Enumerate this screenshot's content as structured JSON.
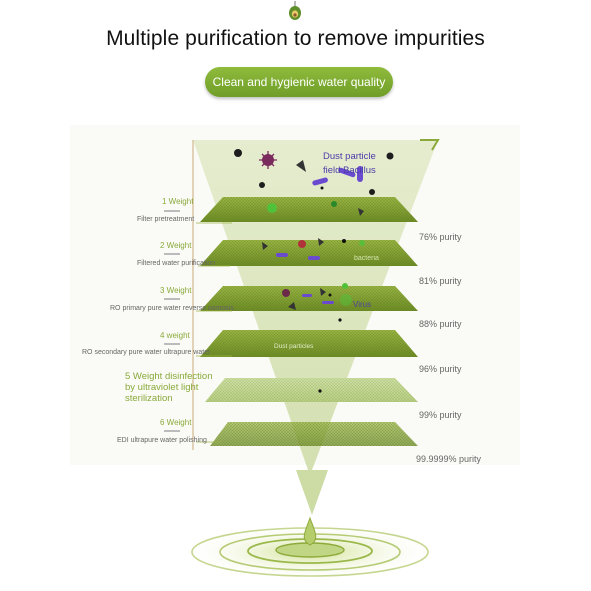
{
  "title": "Multiple purification to remove impurities",
  "badge": "Clean and hygienic water quality",
  "overlay": {
    "dust_particle": "Dust particle",
    "field_bacillus": "field Bacillus",
    "bacteria": "bacteria",
    "virus": "Virus",
    "dust_particles": "Dust particles"
  },
  "stages": [
    {
      "step": "1 Weight",
      "desc": "Filter pretreatment"
    },
    {
      "step": "2 Weight",
      "desc": "Filtered water purification"
    },
    {
      "step": "3 Weight",
      "desc": "RO primary pure water reverse osmosis"
    },
    {
      "step": "4 weight",
      "desc": "RO secondary pure water ultrapure water"
    },
    {
      "step": "5 Weight disinfection",
      "desc": "by ultraviolet light sterilization"
    },
    {
      "step": "6 Weight",
      "desc": "EDI ultrapure water polishing"
    }
  ],
  "purities": [
    "76% purity",
    "81% purity",
    "88% purity",
    "96% purity",
    "99% purity",
    "99.9999% purity"
  ],
  "colors": {
    "accent": "#8aa93a",
    "filter": "#7f9c2c",
    "overlay_text": "#4a3ca8"
  }
}
